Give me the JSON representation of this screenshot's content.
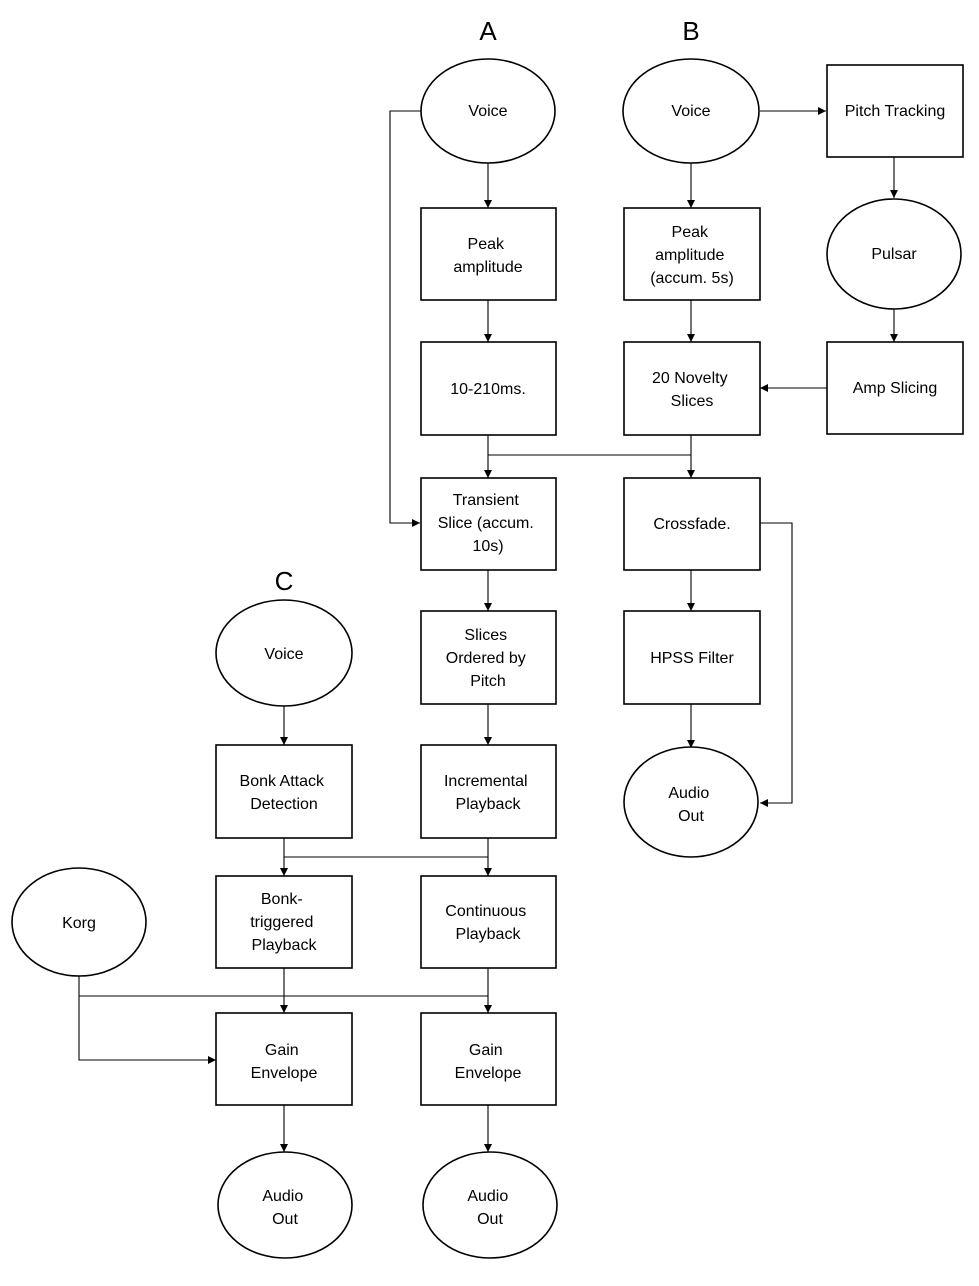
{
  "headings": {
    "a": "A",
    "b": "B",
    "c": "C"
  },
  "nodes": {
    "voice_a": [
      "Voice"
    ],
    "peak_a": [
      "Peak",
      "amplitude"
    ],
    "range_a": [
      "10-210ms."
    ],
    "transient_a": [
      "Transient",
      "Slice (accum.",
      "10s)"
    ],
    "ordered_a": [
      "Slices",
      "Ordered by",
      "Pitch"
    ],
    "incremental_a": [
      "Incremental",
      "Playback"
    ],
    "continuous_a": [
      "Continuous",
      "Playback"
    ],
    "gain_a": [
      "Gain",
      "Envelope"
    ],
    "out_a": [
      "Audio",
      "Out"
    ],
    "voice_b": [
      "Voice"
    ],
    "pitch_b": [
      "Pitch Tracking"
    ],
    "pulsar_b": [
      "Pulsar"
    ],
    "amp_b": [
      "Amp Slicing"
    ],
    "peak_b": [
      "Peak",
      "amplitude",
      "(accum. 5s)"
    ],
    "novelty_b": [
      "20 Novelty",
      "Slices"
    ],
    "crossfade_b": [
      "Crossfade."
    ],
    "hpss_b": [
      "HPSS Filter"
    ],
    "out_b": [
      "Audio",
      "Out"
    ],
    "voice_c": [
      "Voice"
    ],
    "bonk_c": [
      "Bonk Attack",
      "Detection"
    ],
    "bonktrig_c": [
      "Bonk-",
      "triggered",
      "Playback"
    ],
    "korg_c": [
      "Korg"
    ],
    "gain_c": [
      "Gain",
      "Envelope"
    ],
    "out_c": [
      "Audio",
      "Out"
    ]
  }
}
